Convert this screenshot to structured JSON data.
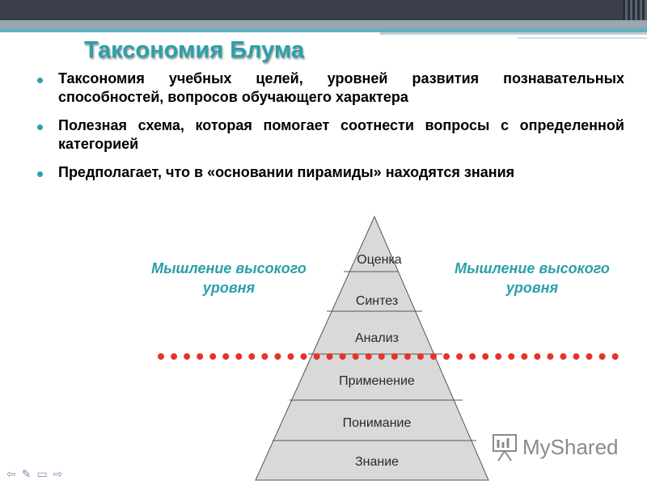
{
  "slide": {
    "title": "Таксономия Блума",
    "bullets": [
      "Таксономия учебных целей, уровней развития познавательных способностей, вопросов обучающего характера",
      "Полезная схема, которая помогает соотнести вопросы с определенной категорией",
      "Предполагает, что в «основании пирамиды» находятся знания"
    ],
    "left_label": "Мышление высокого уровня",
    "right_label": "Мышление высокого уровня",
    "pyramid_levels": [
      "Оценка",
      "Синтез",
      "Анализ",
      "Применение",
      "Понимание",
      "Знание"
    ]
  },
  "colors": {
    "accent": "#2aa0aa",
    "divider": "#e5332a",
    "pyramid_fill": "#d9d9d9"
  },
  "watermark": {
    "text": "MyShared"
  },
  "nav_icons": [
    "arrow-left-icon",
    "pen-icon",
    "screen-icon",
    "arrow-right-icon"
  ]
}
